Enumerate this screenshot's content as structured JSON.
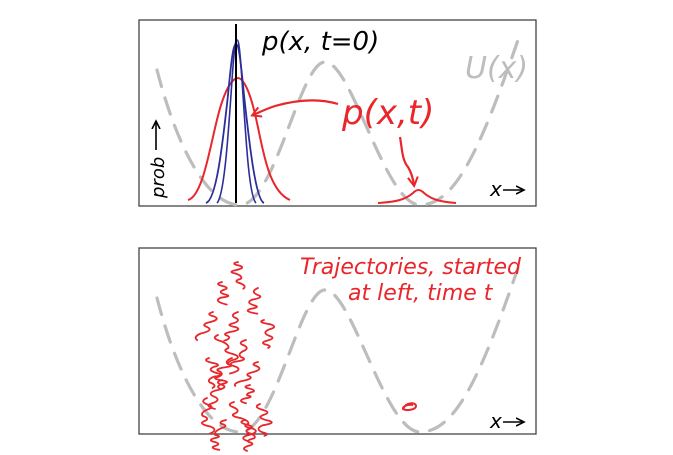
{
  "top_panel": {
    "initial_label": "p(x, t=0)",
    "evolving_label": "p(x,t)",
    "potential_label": "U(x)",
    "y_axis_label": "prob",
    "x_axis_label": "x"
  },
  "bottom_panel": {
    "annotation_line1": "Trajectories, started",
    "annotation_line2": "at left, time t",
    "x_axis_label": "x"
  },
  "colors": {
    "potential": "#bdbdbd",
    "initial_narrow": "#2c2f9a",
    "initial_spike": "#000000",
    "evolved": "#e8262b",
    "frame": "#444444"
  }
}
